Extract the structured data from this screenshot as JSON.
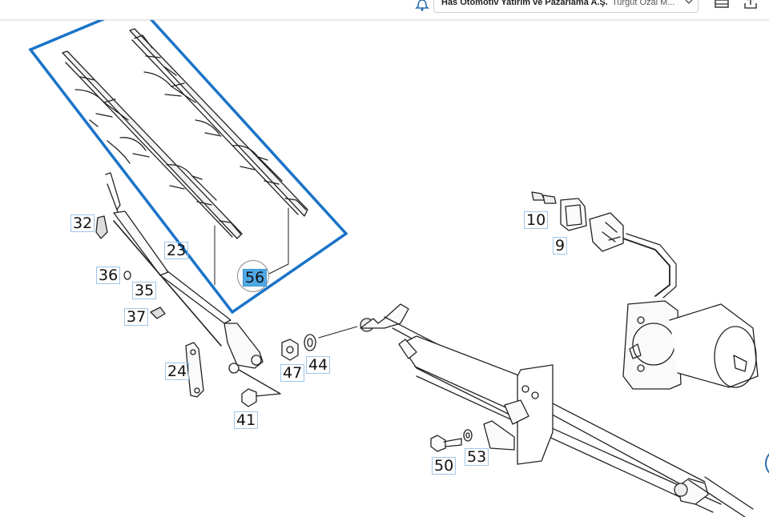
{
  "header": {
    "company_name": "Has Otomotiv Yatırım ve Pazarlama A.Ş.",
    "user_name": "Turgut Özal M...",
    "icons": [
      "bell-icon",
      "chevron-down-icon",
      "print-icon",
      "share-icon"
    ]
  },
  "diagram": {
    "parts": [
      {
        "id": "32",
        "label": "32"
      },
      {
        "id": "23",
        "label": "23"
      },
      {
        "id": "56",
        "label": "56",
        "selected": true
      },
      {
        "id": "36",
        "label": "36"
      },
      {
        "id": "35",
        "label": "35"
      },
      {
        "id": "37",
        "label": "37"
      },
      {
        "id": "24",
        "label": "24"
      },
      {
        "id": "47",
        "label": "47"
      },
      {
        "id": "44",
        "label": "44"
      },
      {
        "id": "41",
        "label": "41"
      },
      {
        "id": "10",
        "label": "10"
      },
      {
        "id": "9",
        "label": "9"
      },
      {
        "id": "50",
        "label": "50"
      },
      {
        "id": "53",
        "label": "53"
      }
    ],
    "highlight_color": "#1a73c8",
    "callout_selected_color": "#4fa8e6"
  }
}
